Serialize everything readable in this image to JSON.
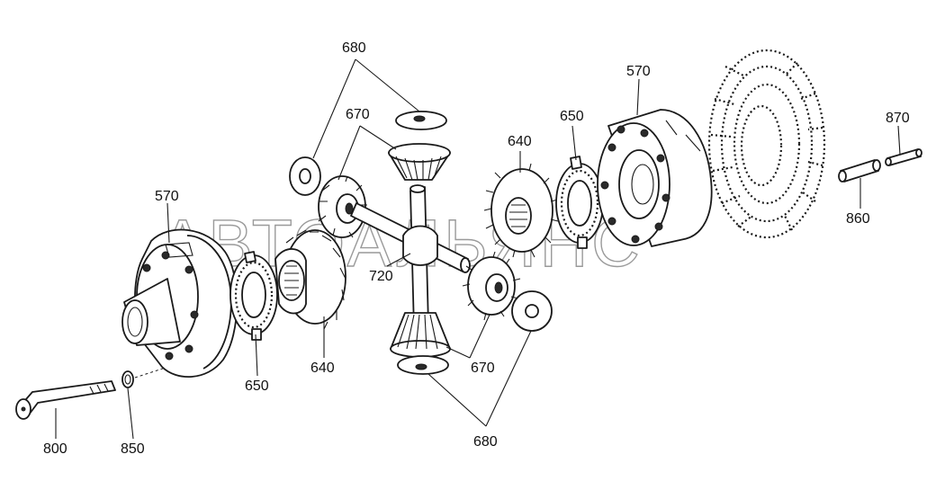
{
  "watermark": "АВТОАЛЬЯНС",
  "labels": {
    "l680_top": "680",
    "l670_top": "670",
    "l570_left": "570",
    "l570_right": "570",
    "l640_left": "640",
    "l640_right": "640",
    "l650_left": "650",
    "l650_right": "650",
    "l720": "720",
    "l670_bottom": "670",
    "l680_bottom": "680",
    "l800": "800",
    "l850": "850",
    "l860": "860",
    "l870": "870"
  }
}
